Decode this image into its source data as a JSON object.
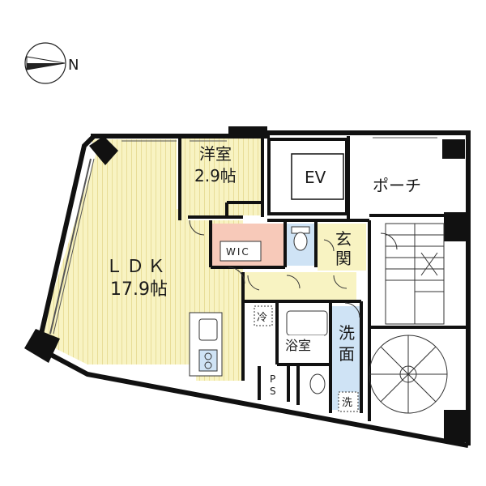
{
  "compass": {
    "north_label": "N"
  },
  "rooms": {
    "ldk": {
      "name": "ＬＤＫ",
      "size": "17.9帖"
    },
    "western_room": {
      "name": "洋室",
      "size": "2.9帖"
    },
    "wic": {
      "name": "WIC"
    },
    "elevator": {
      "name": "EV"
    },
    "porch": {
      "name": "ポーチ"
    },
    "entrance": {
      "name_top": "玄",
      "name_bottom": "関"
    },
    "bathroom": {
      "name": "浴室"
    },
    "washroom": {
      "name_top": "洗",
      "name_bottom": "面"
    },
    "fridge": {
      "name": "冷"
    },
    "pipe_space": {
      "name_top": "P",
      "name_bottom": "S"
    },
    "washer": {
      "name": "洗"
    }
  },
  "colors": {
    "ldk_floor": "#f8f3c2",
    "ldk_stripe": "#e8dd98",
    "wic_floor": "#f7c9b9",
    "wet_area": "#cfe3f5",
    "hall_floor": "#f8f3c2",
    "wall": "#111111"
  }
}
